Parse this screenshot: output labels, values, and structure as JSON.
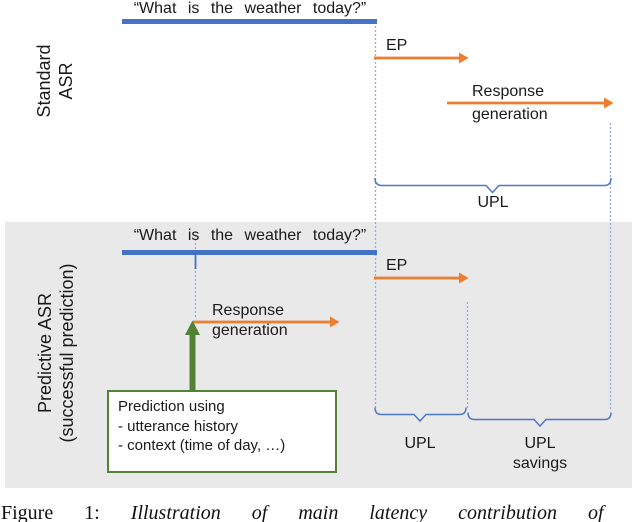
{
  "colors": {
    "timeline_blue": "#4472c4",
    "dotted_blue": "#93acdf",
    "bracket_blue": "#4d79c7",
    "arrow_orange": "#ed7d31",
    "green": "#538135",
    "band_gray": "#e9e9e9"
  },
  "rows": {
    "standard": {
      "label_line1": "Standard",
      "label_line2": "ASR",
      "utterance": "“What is the weather today?”"
    },
    "predictive": {
      "label_line1": "Predictive ASR",
      "label_line2": "(successful prediction)",
      "utterance": "“What is the weather today?”"
    }
  },
  "annotations": {
    "ep": "EP",
    "response_line1": "Response",
    "response_line2": "generation",
    "upl": "UPL",
    "upl_savings_line1": "UPL",
    "upl_savings_line2": "savings"
  },
  "prediction_box": {
    "title": "Prediction using",
    "item1": "- utterance history",
    "item2": "- context (time of day, …)"
  },
  "caption": {
    "prefix": "Figure 1:",
    "body": "Illustration of main latency contribution of"
  }
}
